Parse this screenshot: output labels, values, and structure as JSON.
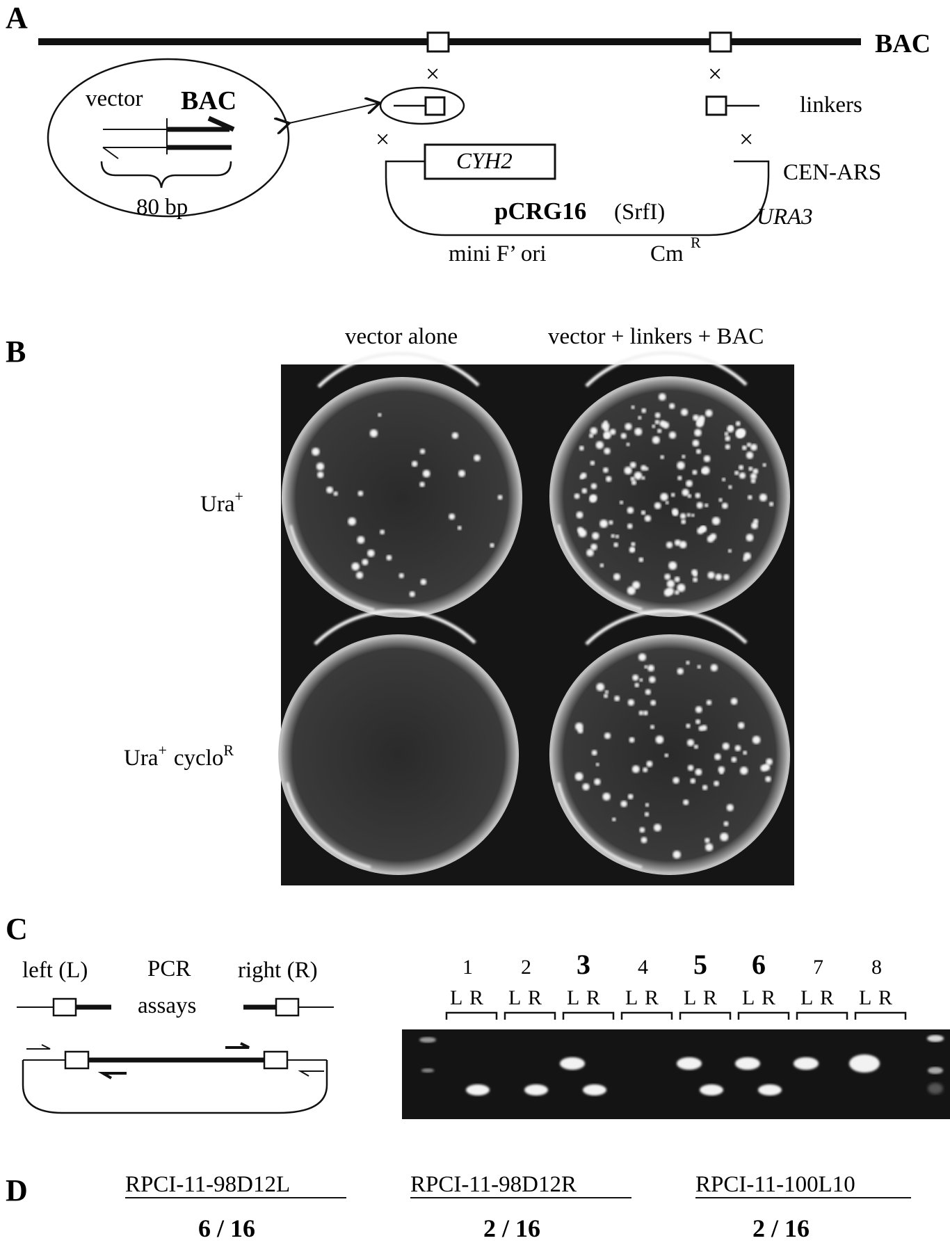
{
  "panel_a": {
    "letter": "A",
    "bac_label": "BAC",
    "vector_label": "vector",
    "inset_bac_label": "BAC",
    "bp_label": "80 bp",
    "linkers_label": "linkers",
    "cyh2_label": "CYH2",
    "cen_ars_label": "CEN-ARS",
    "plasmid_name": "pCRG16",
    "plasmid_enzyme": "(SrfI)",
    "ura3_label": "URA3",
    "ori_label": "mini F’ ori",
    "cm_label": "Cm",
    "cm_sup": "R",
    "cross_symbol": "×"
  },
  "panel_b": {
    "letter": "B",
    "col_vector_alone": "vector alone",
    "col_vector_linkers_bac": "vector + linkers + BAC",
    "row1_label": "Ura",
    "row1_sup": "+",
    "row2_label_a": "Ura",
    "row2_sup_a": "+",
    "row2_label_b": "cyclo",
    "row2_sup_b": "R",
    "plates": [
      {
        "row": 1,
        "col": 1,
        "colony_count": 30
      },
      {
        "row": 1,
        "col": 2,
        "colony_count": 160
      },
      {
        "row": 2,
        "col": 1,
        "colony_count": 0
      },
      {
        "row": 2,
        "col": 2,
        "colony_count": 80
      }
    ]
  },
  "panel_c": {
    "letter": "C",
    "left_label": "left (L)",
    "pcr_label": "PCR",
    "assays_label": "assays",
    "right_label": "right (R)",
    "lanes": [
      {
        "num": "1",
        "bold": false,
        "L": "",
        "R": "R"
      },
      {
        "num": "2",
        "bold": false,
        "L": "",
        "R": "R"
      },
      {
        "num": "3",
        "bold": true,
        "L": "L",
        "R": "R"
      },
      {
        "num": "4",
        "bold": false,
        "L": "",
        "R": ""
      },
      {
        "num": "5",
        "bold": true,
        "L": "L",
        "R": "R"
      },
      {
        "num": "6",
        "bold": true,
        "L": "L",
        "R": "R"
      },
      {
        "num": "7",
        "bold": false,
        "L": "L",
        "R": ""
      },
      {
        "num": "8",
        "bold": false,
        "L": "L",
        "R": ""
      }
    ],
    "L_letter": "L",
    "R_letter": "R"
  },
  "panel_d": {
    "letter": "D",
    "entries": [
      {
        "name": "RPCI-11-98D12L",
        "ratio": "6 / 16"
      },
      {
        "name": "RPCI-11-98D12R",
        "ratio": "2 / 16"
      },
      {
        "name": "RPCI-11-100L10",
        "ratio": "2 / 16"
      }
    ]
  }
}
